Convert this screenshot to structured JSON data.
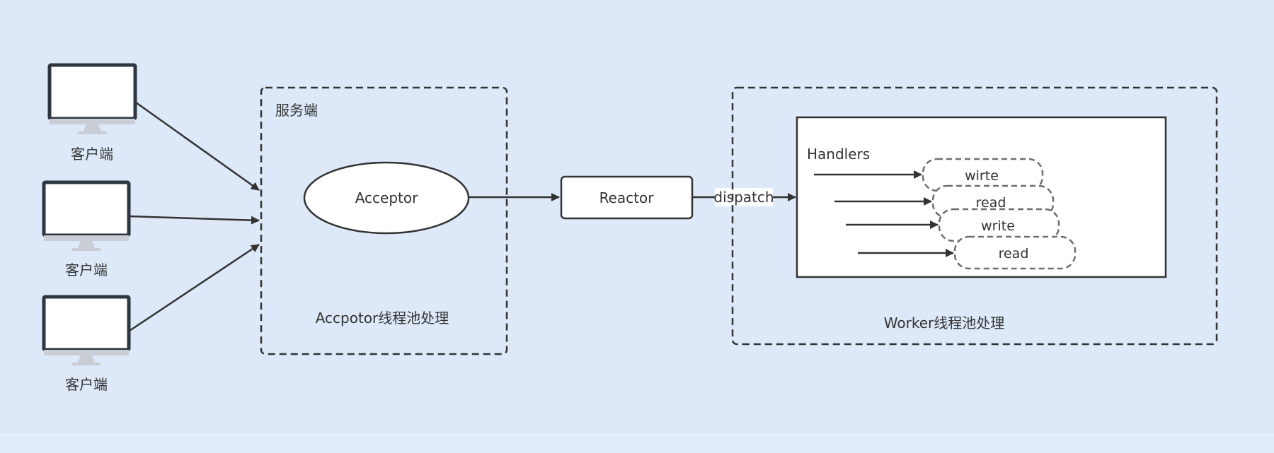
{
  "clients": [
    {
      "label": "客户端"
    },
    {
      "label": "客户端"
    },
    {
      "label": "客户端"
    }
  ],
  "server": {
    "title": "服务端",
    "acceptor_label": "Acceptor",
    "pool_label": "Accpotor线程池处理"
  },
  "reactor": {
    "label": "Reactor"
  },
  "dispatch_label": "dispatch",
  "worker": {
    "handlers_label": "Handlers",
    "pool_label": "Worker线程池处理",
    "handlers": [
      {
        "label": "wirte"
      },
      {
        "label": "read"
      },
      {
        "label": "write"
      },
      {
        "label": "read"
      }
    ]
  },
  "colors": {
    "background": "#dde9f8",
    "stroke": "#333333",
    "dashed_stroke": "#6e6e6e",
    "monitor_frame": "#2e3642",
    "monitor_stand": "#c9ced6"
  }
}
